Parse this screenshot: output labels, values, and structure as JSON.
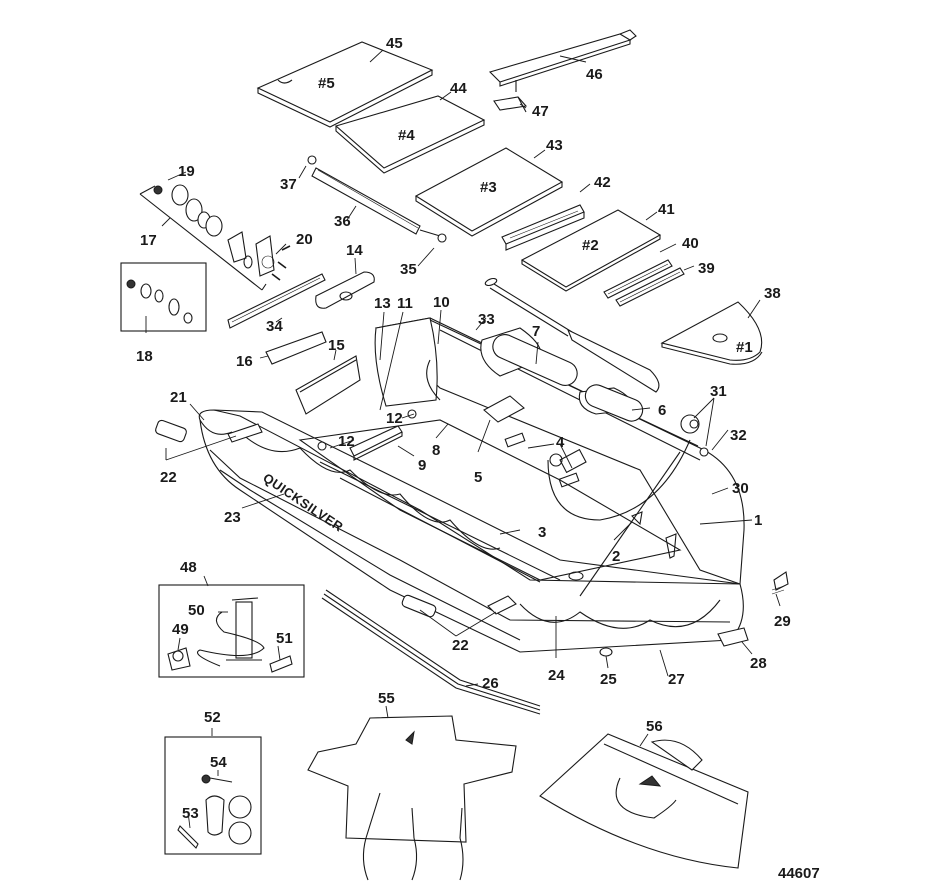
{
  "diagram": {
    "title": "Inflatable boat exploded parts view",
    "figure_id": "44607",
    "brand_text": "QUICKSILVER",
    "seats": [
      {
        "name": "seat-1",
        "label": "#1"
      },
      {
        "name": "seat-2",
        "label": "#2"
      },
      {
        "name": "seat-3",
        "label": "#3"
      },
      {
        "name": "seat-4",
        "label": "#4"
      },
      {
        "name": "seat-5",
        "label": "#5"
      }
    ],
    "callouts": [
      {
        "id": "1",
        "label": "1"
      },
      {
        "id": "2",
        "label": "2"
      },
      {
        "id": "3",
        "label": "3"
      },
      {
        "id": "4",
        "label": "4"
      },
      {
        "id": "5",
        "label": "5"
      },
      {
        "id": "6",
        "label": "6"
      },
      {
        "id": "7",
        "label": "7"
      },
      {
        "id": "8",
        "label": "8"
      },
      {
        "id": "9",
        "label": "9"
      },
      {
        "id": "10",
        "label": "10"
      },
      {
        "id": "11",
        "label": "11"
      },
      {
        "id": "12a",
        "label": "12"
      },
      {
        "id": "12b",
        "label": "12"
      },
      {
        "id": "13",
        "label": "13"
      },
      {
        "id": "14",
        "label": "14"
      },
      {
        "id": "15",
        "label": "15"
      },
      {
        "id": "16",
        "label": "16"
      },
      {
        "id": "17",
        "label": "17"
      },
      {
        "id": "18",
        "label": "18"
      },
      {
        "id": "19",
        "label": "19"
      },
      {
        "id": "20",
        "label": "20"
      },
      {
        "id": "21",
        "label": "21"
      },
      {
        "id": "22a",
        "label": "22"
      },
      {
        "id": "22b",
        "label": "22"
      },
      {
        "id": "23",
        "label": "23"
      },
      {
        "id": "24",
        "label": "24"
      },
      {
        "id": "25",
        "label": "25"
      },
      {
        "id": "26",
        "label": "26"
      },
      {
        "id": "27",
        "label": "27"
      },
      {
        "id": "28",
        "label": "28"
      },
      {
        "id": "29",
        "label": "29"
      },
      {
        "id": "30",
        "label": "30"
      },
      {
        "id": "31",
        "label": "31"
      },
      {
        "id": "32",
        "label": "32"
      },
      {
        "id": "33",
        "label": "33"
      },
      {
        "id": "34",
        "label": "34"
      },
      {
        "id": "35",
        "label": "35"
      },
      {
        "id": "36",
        "label": "36"
      },
      {
        "id": "37",
        "label": "37"
      },
      {
        "id": "38",
        "label": "38"
      },
      {
        "id": "39",
        "label": "39"
      },
      {
        "id": "40",
        "label": "40"
      },
      {
        "id": "41",
        "label": "41"
      },
      {
        "id": "42",
        "label": "42"
      },
      {
        "id": "43",
        "label": "43"
      },
      {
        "id": "44",
        "label": "44"
      },
      {
        "id": "45",
        "label": "45"
      },
      {
        "id": "46",
        "label": "46"
      },
      {
        "id": "47",
        "label": "47"
      },
      {
        "id": "48",
        "label": "48"
      },
      {
        "id": "49",
        "label": "49"
      },
      {
        "id": "50",
        "label": "50"
      },
      {
        "id": "51",
        "label": "51"
      },
      {
        "id": "52",
        "label": "52"
      },
      {
        "id": "53",
        "label": "53"
      },
      {
        "id": "54",
        "label": "54"
      },
      {
        "id": "55",
        "label": "55"
      },
      {
        "id": "56",
        "label": "56"
      }
    ]
  }
}
